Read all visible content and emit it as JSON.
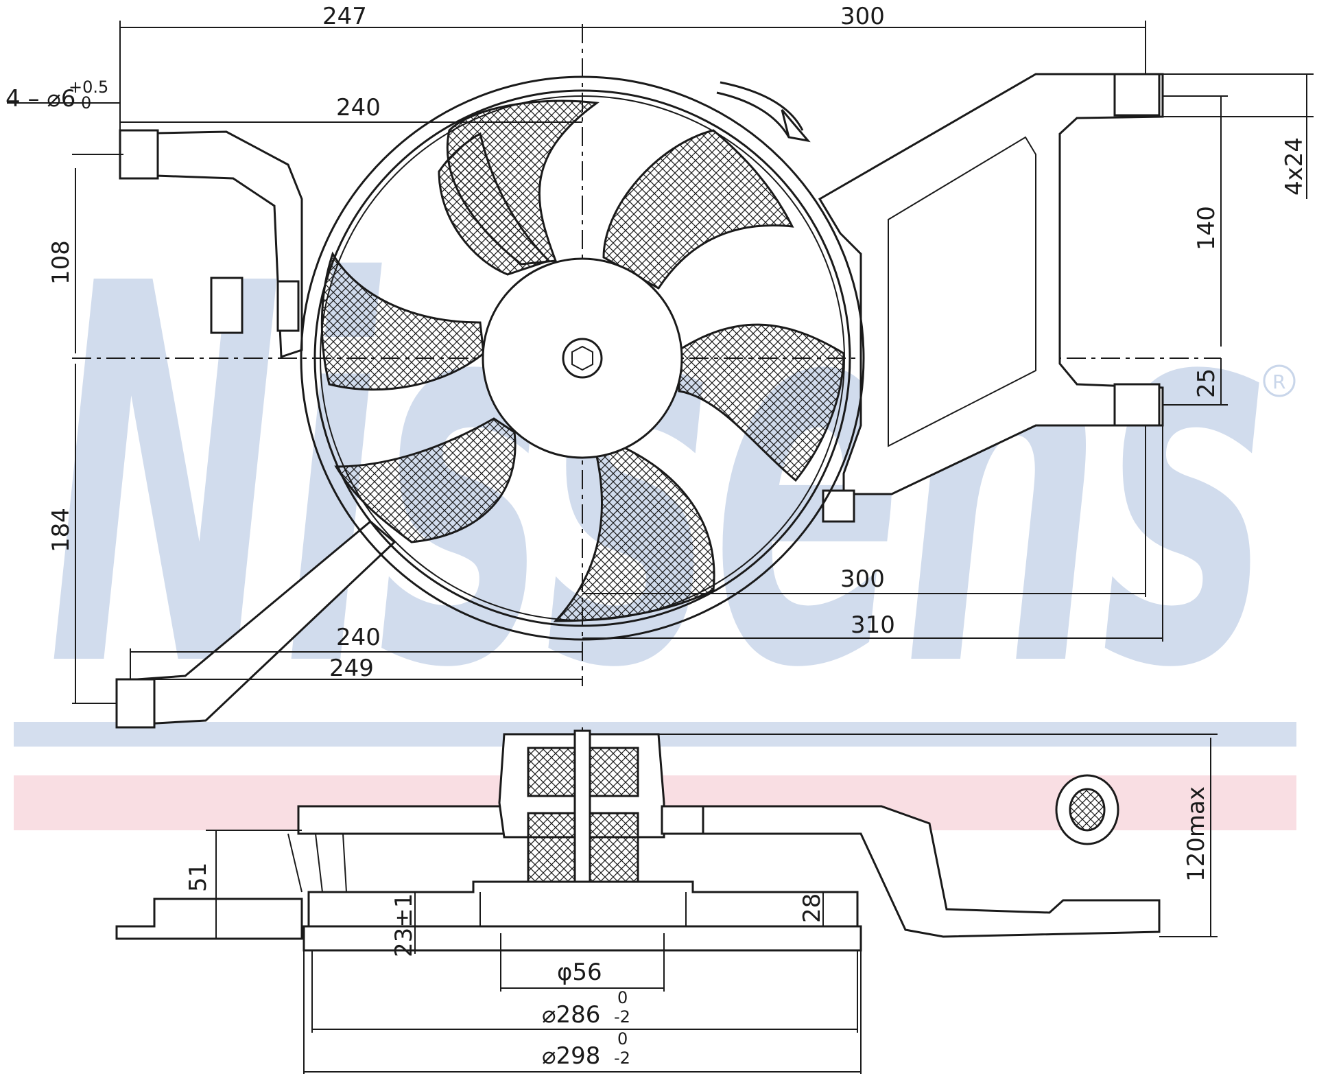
{
  "watermark": {
    "text": "Nissens",
    "band_blue": "#c9d6ea",
    "band_pink": "#f5c8d0"
  },
  "top_view": {
    "dim_247": "247",
    "dim_300_top": "300",
    "dim_hole": "4 – ⌀6",
    "dim_hole_tol": "+0.5",
    "dim_hole_tol_low": "0",
    "dim_240_top": "240",
    "dim_108": "108",
    "dim_184": "184",
    "dim_4x24": "4x24",
    "dim_140": "140",
    "dim_25": "25",
    "dim_300_bottom": "300",
    "dim_310": "310",
    "dim_240_bottom": "240",
    "dim_249": "249"
  },
  "side_view": {
    "dim_51": "51",
    "dim_23": "23±1",
    "dim_28": "28",
    "dim_120max": "120max",
    "dim_phi56": "φ56",
    "dim_phi286": "⌀286",
    "dim_phi286_tol": "0",
    "dim_phi286_tol_low": "-2",
    "dim_phi298": "⌀298",
    "dim_phi298_tol": "0",
    "dim_phi298_tol_low": "-2"
  }
}
